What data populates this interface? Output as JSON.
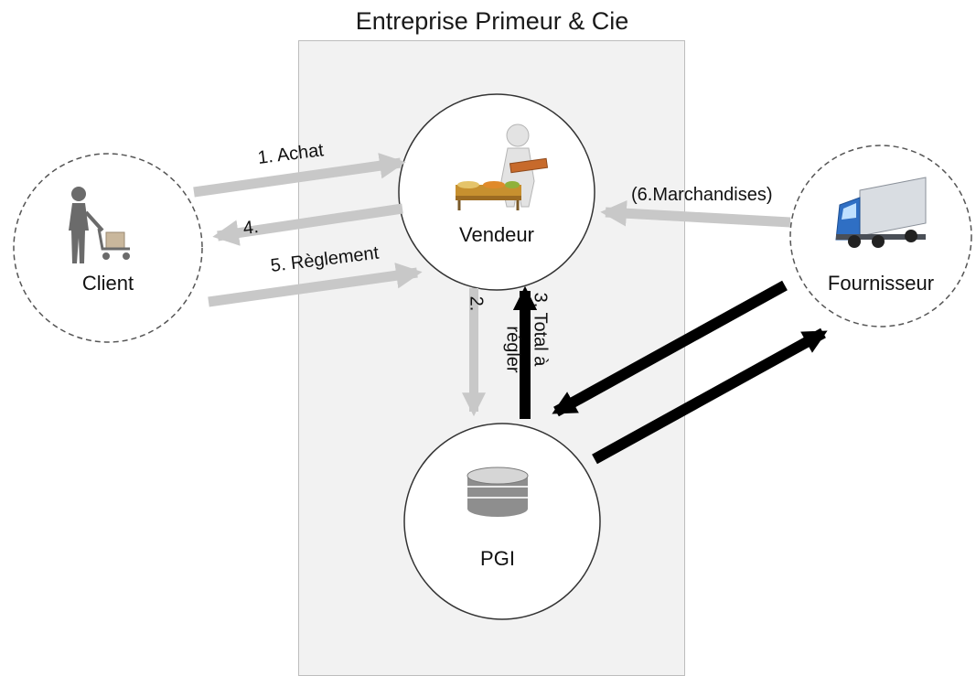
{
  "title": "Entreprise Primeur & Cie",
  "nodes": {
    "client": "Client",
    "vendeur": "Vendeur",
    "fournisseur": "Fournisseur",
    "pgi": "PGI"
  },
  "arrows": {
    "achat": "1. Achat",
    "four": "4.",
    "reglement": "5. Règlement",
    "marchandises": "(6.Marchandises)",
    "two": "2.",
    "total_line1": "3. Total à",
    "total_line2": "régler"
  },
  "icons": {
    "client": "shopper-with-cart-icon",
    "vendeur": "vendor-at-stall-icon",
    "fournisseur": "delivery-truck-icon",
    "pgi": "database-icon"
  },
  "colors": {
    "gray_arrow": "#c8c8c8",
    "black_arrow": "#000000",
    "company_box": "#f2f2f2"
  }
}
